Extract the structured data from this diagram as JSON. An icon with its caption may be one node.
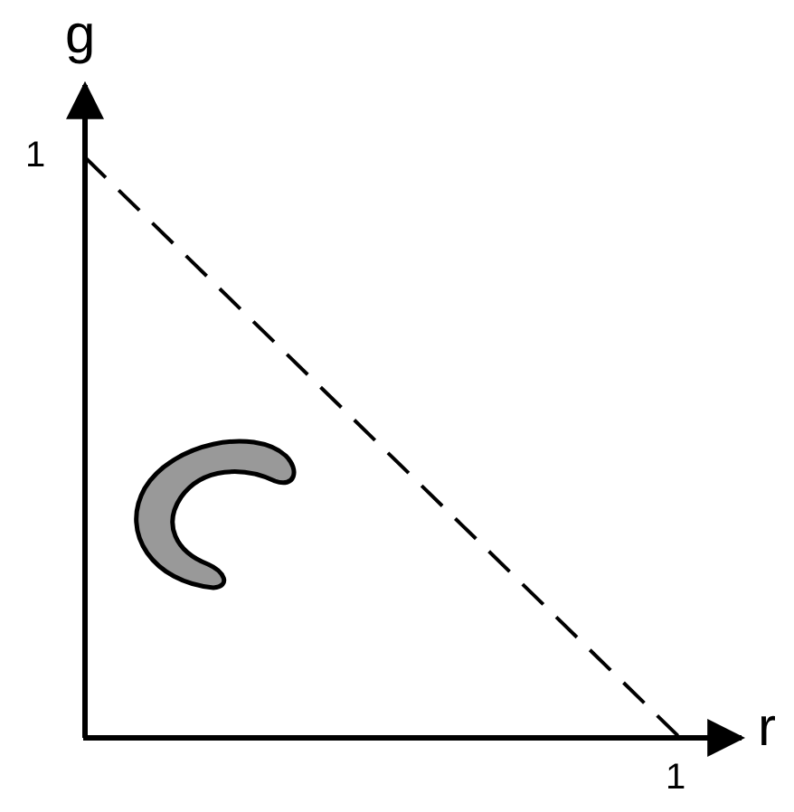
{
  "diagram": {
    "labels": [
      "g",
      "1",
      "1",
      "r"
    ]
  }
}
